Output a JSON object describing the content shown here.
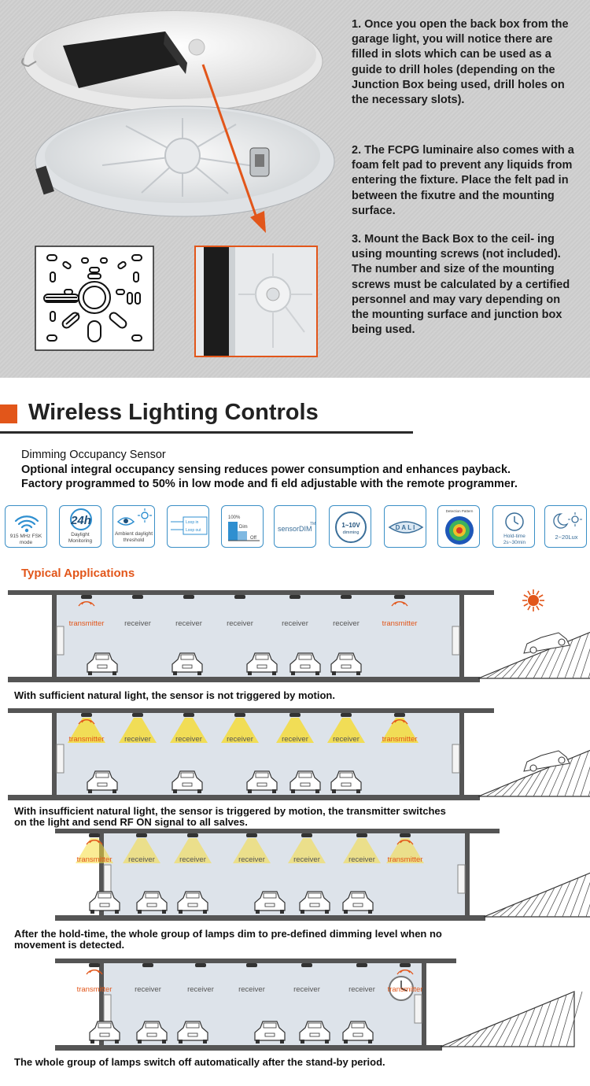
{
  "install": {
    "steps": [
      "1. Once you open the back box from the garage light, you will notice there are filled in slots which can be used as a guide to drill holes (depending on the Junction Box being used, drill holes on the necessary slots).",
      "2. The FCPG luminaire also comes with a foam felt pad to prevent any liquids from entering the fixture. Place the felt pad in between the fixutre and the mounting surface.",
      "3. Mount the Back Box to the ceil- ing using mounting screws (not included). The number and size of the mounting screws must be calculated by a certified personnel and may vary depending on the mounting surface and junction box being used."
    ],
    "accent_color": "#e2561a"
  },
  "section": {
    "title": "Wireless Lighting Controls",
    "sensor_name": "Dimming Occupancy Sensor",
    "sensor_desc_1": "Optional integral occupancy sensing reduces power consumption and enhances payback.",
    "sensor_desc_2": "Factory programmed to 50% in low mode and fi eld adjustable with the remote programmer."
  },
  "features": [
    {
      "icon": "wifi-icon",
      "label": "915 MHz FSK mode"
    },
    {
      "icon": "daylight-24h-icon",
      "badge": "24h",
      "label": "Daylight Monitoring"
    },
    {
      "icon": "eye-sun-icon",
      "label": "Ambient daylight threshold"
    },
    {
      "icon": "loop-icon",
      "label_in": "Loop in",
      "label_out": "Loop out"
    },
    {
      "icon": "dim-chart-icon",
      "label_100": "100%",
      "label_dim": "Dim",
      "label_off": "Off"
    },
    {
      "icon": "sensordim-icon",
      "label": "sensorDIM",
      "tm": "TM"
    },
    {
      "icon": "dimming-0-10v-icon",
      "label": "1~10V",
      "sub": "dimming"
    },
    {
      "icon": "dali-icon",
      "label": "DALI"
    },
    {
      "icon": "detection-pattern-icon",
      "label": "Detection Pattern"
    },
    {
      "icon": "clock-icon",
      "label": "Hold-time",
      "sub": "2s~30min"
    },
    {
      "icon": "moon-sun-icon",
      "label": "2~20Lux"
    }
  ],
  "applications": {
    "title": "Typical Applications",
    "label_transmitter": "transmitter",
    "label_receiver": "receiver",
    "scenes": [
      {
        "caption": "With sufficient natural light, the sensor is not triggered by motion.",
        "light": "off"
      },
      {
        "caption": "With insufficient natural light, the sensor is triggered by motion, the transmitter switches on the light and send RF ON signal to all salves.",
        "light": "on"
      },
      {
        "caption": "After the hold-time, the whole group of lamps dim to pre-defined dimming level when no movement is detected.",
        "light": "dim"
      },
      {
        "caption": "The whole group of lamps switch off automatically after the stand-by period.",
        "light": "off"
      }
    ]
  }
}
